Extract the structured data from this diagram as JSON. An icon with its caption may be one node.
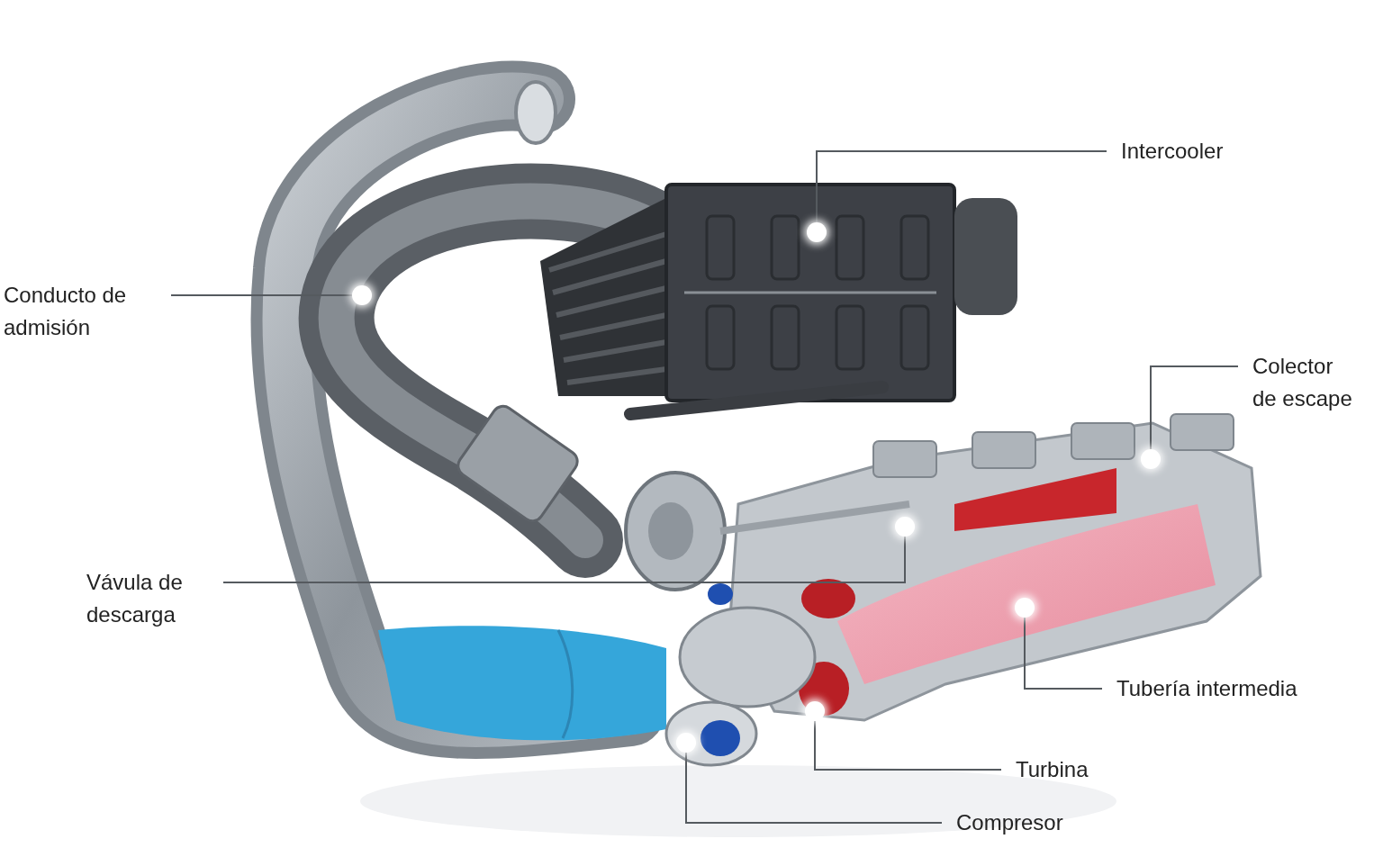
{
  "diagram": {
    "nodes": [
      {
        "text": [
          "Intercooler"
        ]
      },
      {
        "text": [],
        "shape": "circle"
      },
      {
        "text": [
          "Conducto de admisión"
        ]
      },
      {
        "text": [],
        "shape": "circle"
      },
      {
        "text": [
          "Colector de escape"
        ]
      },
      {
        "text": [],
        "shape": "circle"
      },
      {
        "text": [
          "Vávula de descarga"
        ]
      },
      {
        "text": [],
        "shape": "circle"
      },
      {
        "text": [
          "Tubería intermedia"
        ]
      },
      {
        "text": [],
        "shape": "circle"
      },
      {
        "text": [
          "Turbina"
        ]
      },
      {
        "text": [],
        "shape": "circle"
      },
      {
        "text": [
          "Compresor"
        ]
      },
      {
        "text": [],
        "shape": "circle"
      }
    ],
    "edges": [
      {
        "from": 0,
        "to": 1,
        "arrow": "none"
      },
      {
        "from": 2,
        "to": 3,
        "arrow": "none"
      },
      {
        "from": 4,
        "to": 5,
        "arrow": "none"
      },
      {
        "from": 6,
        "to": 7,
        "arrow": "none"
      },
      {
        "from": 8,
        "to": 9,
        "arrow": "none"
      },
      {
        "from": 10,
        "to": 11,
        "arrow": "none"
      },
      {
        "from": 12,
        "to": 13,
        "arrow": "none"
      }
    ]
  }
}
